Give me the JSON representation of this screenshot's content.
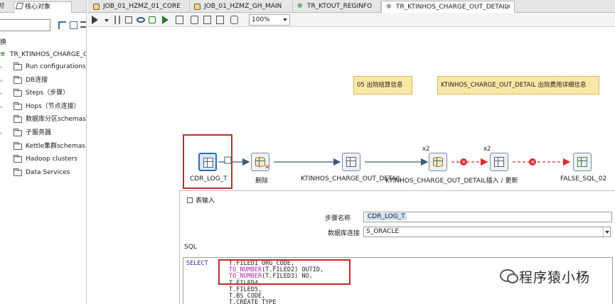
{
  "left_panel": {
    "tabs": [
      "对",
      "核心对象"
    ],
    "section_title": "转换",
    "tree_root": "TR_KTINHOS_CHARGE_OUT_DETAIL",
    "tree_items": [
      {
        "label": "Run configurations",
        "arrow": true
      },
      {
        "label": "DB连接",
        "arrow": true
      },
      {
        "label": "Steps（步骤）",
        "arrow": true
      },
      {
        "label": "Hops（节点连接）",
        "arrow": true
      },
      {
        "label": "数据库分区schemas",
        "arrow": false
      },
      {
        "label": "子服务器",
        "arrow": true
      },
      {
        "label": "Kettle集群schemas",
        "arrow": false
      },
      {
        "label": "Hadoop clusters",
        "arrow": false
      },
      {
        "label": "Data Services",
        "arrow": false
      }
    ]
  },
  "editor_tabs": [
    {
      "label": "JOB_01_HZMZ_01_CORE",
      "type": "job",
      "active": false
    },
    {
      "label": "JOB_01_HZMZ_GH_MAIN",
      "type": "job",
      "active": false
    },
    {
      "label": "TR_KTOUT_REGINFO",
      "type": "tr",
      "active": false
    },
    {
      "label": "TR_KTINHOS_CHARGE_OUT_DETAIL",
      "type": "tr",
      "active": true
    }
  ],
  "toolbar": {
    "zoom": "100%",
    "icons": [
      "run-icon",
      "run-options-icon",
      "pause-icon",
      "stop-icon",
      "preview-icon",
      "debug-icon",
      "replay-icon",
      "verify-icon",
      "analyze-icon",
      "sql-icon",
      "explore-db-icon",
      "results-icon"
    ]
  },
  "canvas": {
    "notes": [
      "05 出院结算信息",
      "KTINHOS_CHARGE_OUT_DETAIL  出院费用详细信息"
    ],
    "steps": [
      {
        "label": "CDR_LOG_T"
      },
      {
        "label": "删除"
      },
      {
        "label": "KTINHOS_CHARGE_OUT_DETAIL"
      },
      {
        "label": "KTINHOS_CHARGE_OUT_DETAIL插入 / 更新"
      },
      {
        "label": "FALSE_SQL_02"
      }
    ],
    "copies": [
      "x2",
      "x2"
    ],
    "colors": {
      "hop": "#3f5a73",
      "error_hop": "#d62a2a",
      "highlight": "#c22a2a",
      "note_bg": "#fde7a6"
    }
  },
  "properties": {
    "title": "表输入",
    "step_name_label": "步骤名称",
    "step_name_value": "CDR_LOG_T",
    "connection_label": "数据库连接",
    "connection_value": "S_ORACLE",
    "sql_label": "SQL",
    "sql_keyword": "SELECT",
    "sql_lines": [
      {
        "fn": "",
        "text": "T.FILED1 ORG_CODE,"
      },
      {
        "fn": "TO_NUMBER",
        "text": "(T.FILED2) OUTID,"
      },
      {
        "fn": "TO_NUMBER",
        "text": "(T.FILED3) NO,"
      },
      {
        "fn": "",
        "text": "T.FILED4,"
      },
      {
        "fn": "",
        "text": "T.FILED5,"
      },
      {
        "fn": "",
        "text": "T.BS_CODE,"
      },
      {
        "fn": "",
        "text": "T.CREATE_TYPE"
      }
    ]
  },
  "watermark": {
    "text": "程序猿小杨",
    "icon": "wechat-icon"
  }
}
